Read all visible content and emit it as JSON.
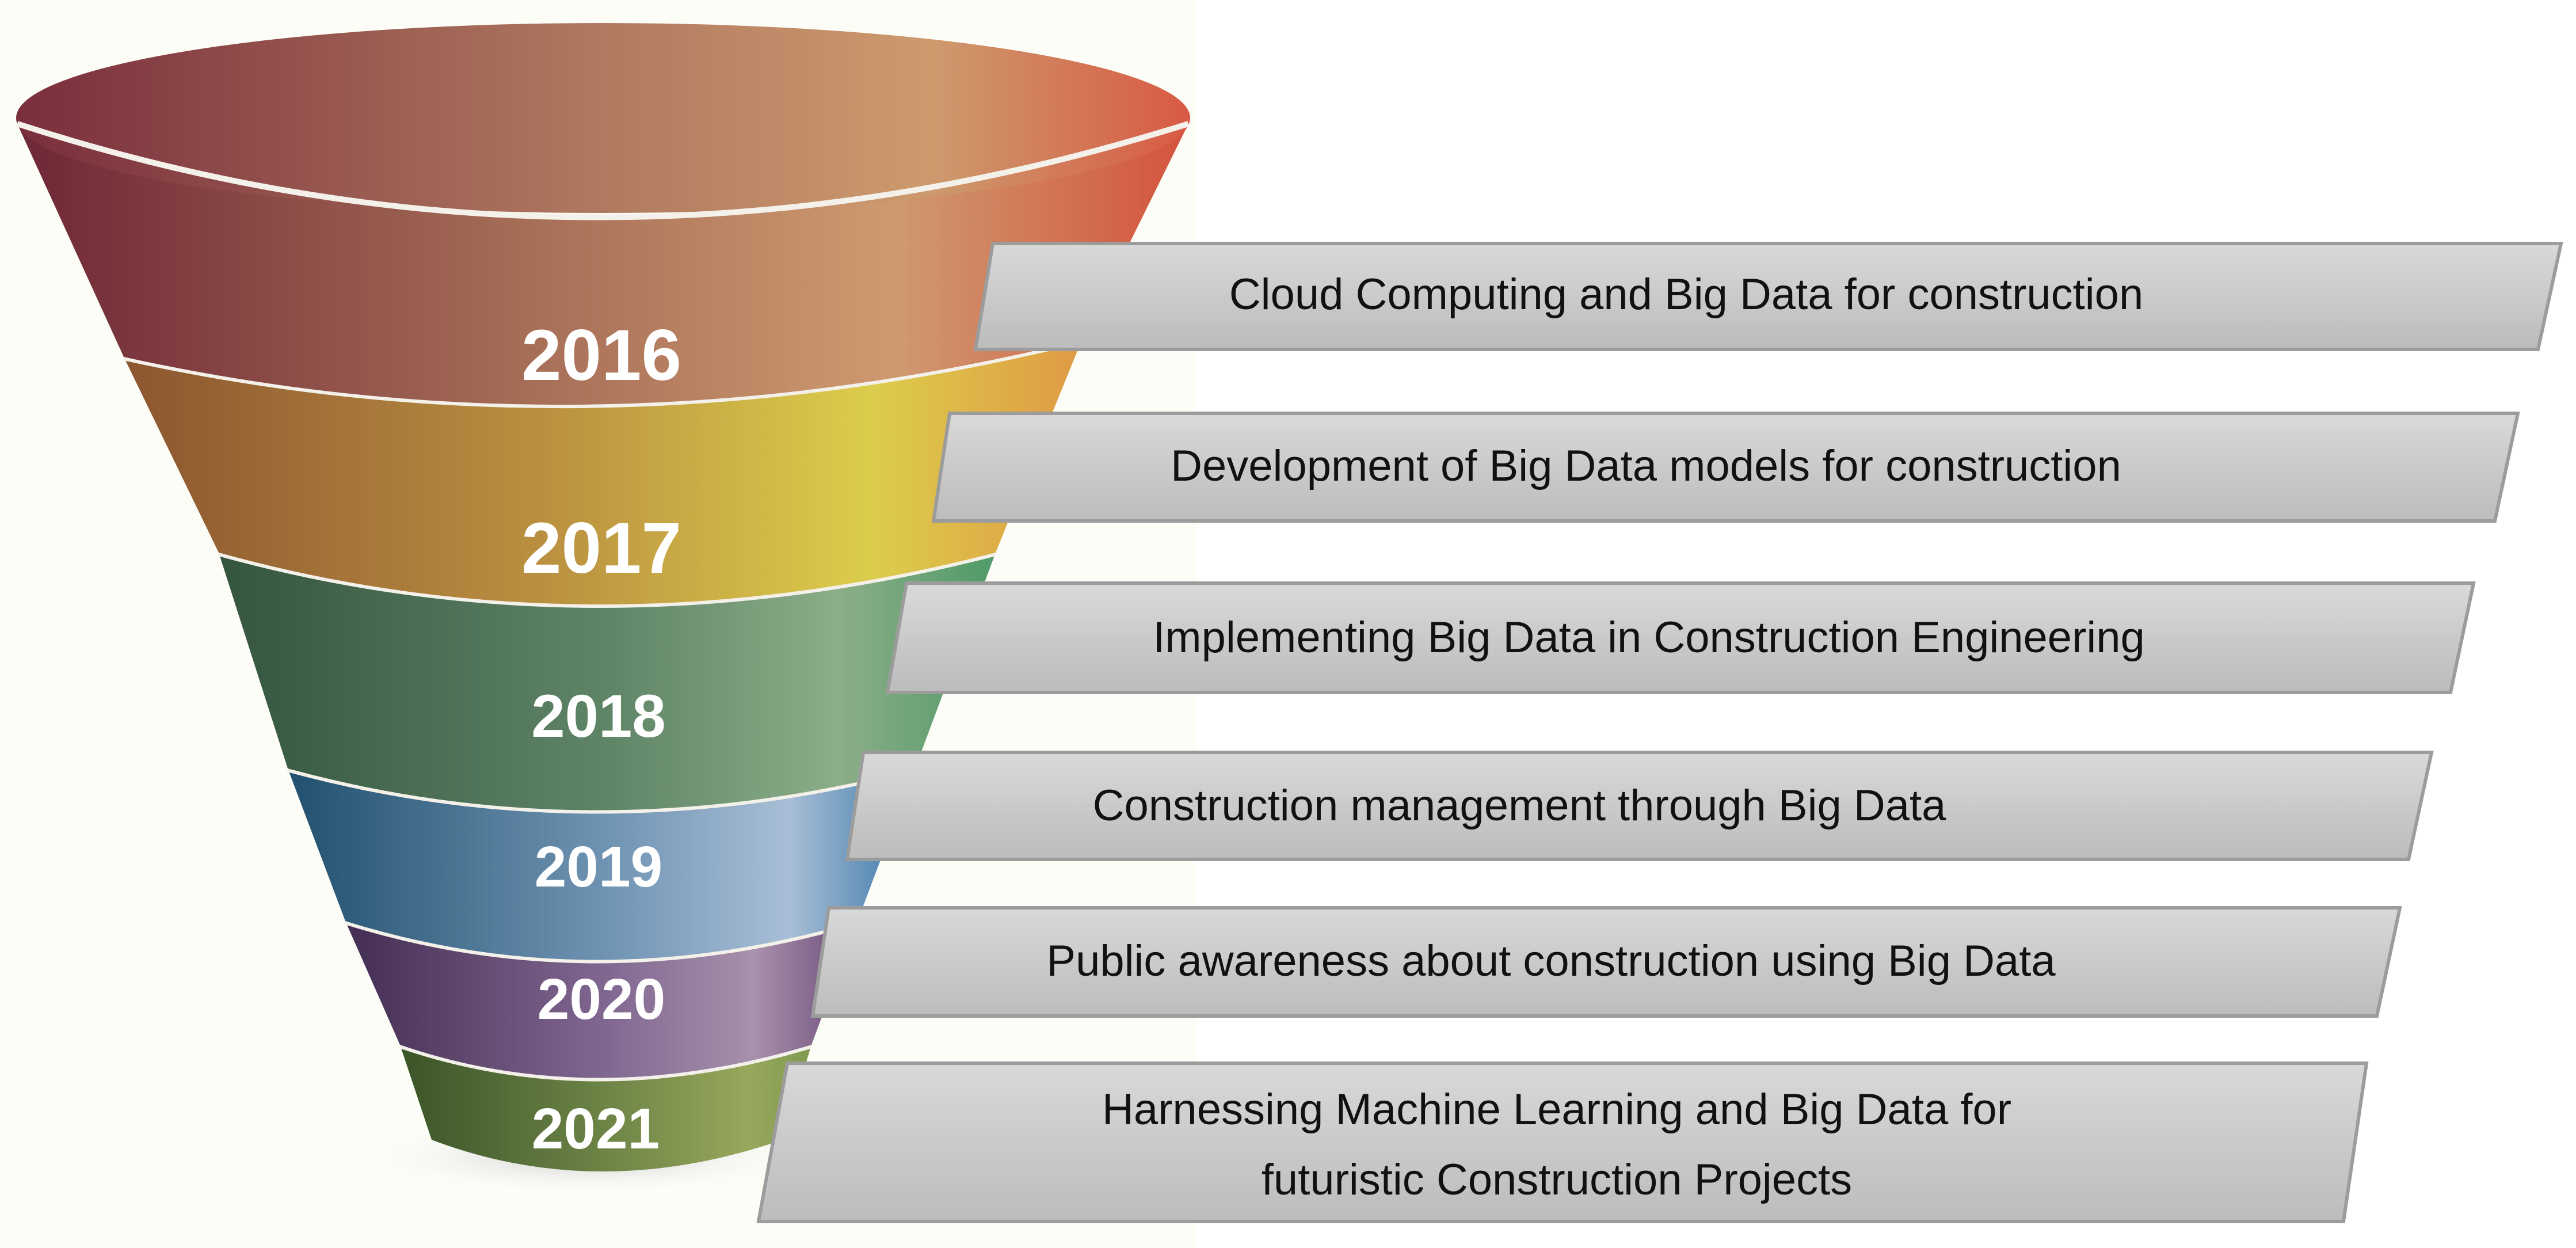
{
  "diagram": {
    "type": "funnel-timeline",
    "stages": [
      {
        "year": "2016",
        "label": "Cloud Computing and Big Data for construction",
        "color_dark": "#7a2f3a",
        "color_light": "#cf9a70",
        "color_edge": "#d4533e"
      },
      {
        "year": "2017",
        "label": "Development of Big Data models for construction",
        "color_dark": "#8f5a32",
        "color_light": "#dccd4c",
        "color_edge": "#e09a44"
      },
      {
        "year": "2018",
        "label": "Implementing Big Data in Construction Engineering",
        "color_dark": "#3a5e45",
        "color_light": "#8cae88",
        "color_edge": "#4f9a68"
      },
      {
        "year": "2019",
        "label": "Construction management through Big Data",
        "color_dark": "#2a5a7a",
        "color_light": "#a8bed6",
        "color_edge": "#3a78a8"
      },
      {
        "year": "2020",
        "label": "Public awareness about construction using Big Data",
        "color_dark": "#4a3458",
        "color_light": "#a891ac",
        "color_edge": "#6a4a78"
      },
      {
        "year": "2021",
        "label_line1": "Harnessing Machine Learning and Big Data for",
        "label_line2": "futuristic Construction Projects",
        "color_dark": "#3e5a2e",
        "color_light": "#98a85c",
        "color_edge": "#7f9a50"
      }
    ],
    "box_fill_top": "#d6d6d6",
    "box_fill_bottom": "#bdbdbd",
    "box_stroke": "#9a9a9a"
  }
}
